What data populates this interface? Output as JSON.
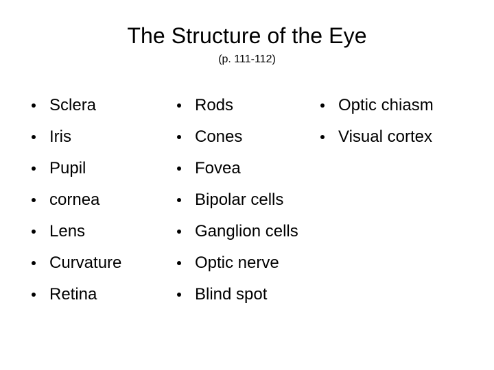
{
  "slide": {
    "title": "The Structure of the Eye",
    "subtitle": "(p. 111-112)",
    "background_color": "#ffffff",
    "text_color": "#000000",
    "columns": [
      {
        "name": "eye-structures-column",
        "items": [
          "Sclera",
          "Iris",
          "Pupil",
          "cornea",
          "Lens",
          "Curvature",
          "Retina"
        ]
      },
      {
        "name": "retina-structures-column",
        "items": [
          "Rods",
          "Cones",
          "Fovea",
          "Bipolar cells",
          "Ganglion cells",
          "Optic nerve",
          "Blind spot"
        ]
      },
      {
        "name": "visual-pathway-column",
        "items": [
          "Optic chiasm",
          "Visual cortex"
        ]
      }
    ]
  }
}
